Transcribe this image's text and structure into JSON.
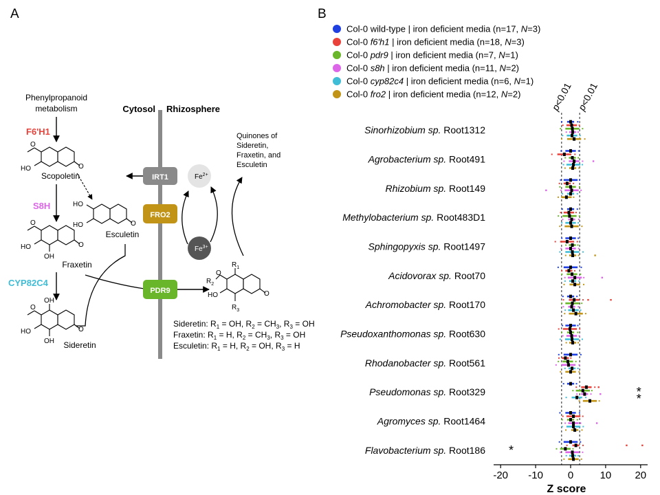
{
  "panel_a": {
    "label": "A",
    "phenylpropanoid_line1": "Phenylpropanoid",
    "phenylpropanoid_line2": "metabolism",
    "cytosol": "Cytosol",
    "rhizosphere": "Rhizosphere",
    "enzymes": {
      "f6h1": {
        "label": "F6'H1",
        "color": "#e8423a"
      },
      "s8h": {
        "label": "S8H",
        "color": "#dd66e8"
      },
      "cyp82c4": {
        "label": "CYP82C4",
        "color": "#3fbcd6"
      }
    },
    "compounds": {
      "scopoletin": "Scopoletin",
      "esculetin": "Esculetin",
      "fraxetin": "Fraxetin",
      "sideretin": "Sideretin"
    },
    "transporters": {
      "irt1": {
        "label": "IRT1",
        "color": "#8a8a8a"
      },
      "fro2": {
        "label": "FRO2",
        "color": "#c19418"
      },
      "pdr9": {
        "label": "PDR9",
        "color": "#6ab62a"
      }
    },
    "iron": {
      "fe2": "Fe",
      "fe2_sup": "2+",
      "fe3": "Fe",
      "fe3_sup": "3+"
    },
    "quinones": [
      "Quinones of",
      "Sideretin,",
      "Fraxetin, and",
      "Esculetin"
    ],
    "atoms": {
      "O": "O",
      "OH": "OH",
      "HO": "HO",
      "R": "R",
      "sub1": "1",
      "sub2": "2",
      "sub3": "3"
    },
    "substituents": [
      {
        "name": "Sideretin",
        "r1": "OH",
        "r2": "CH",
        "r2_sub": "3",
        "r3": "OH"
      },
      {
        "name": "Fraxetin",
        "r1": "H",
        "r2": "CH",
        "r2_sub": "3",
        "r3": "OH"
      },
      {
        "name": "Esculetin",
        "r1": "H",
        "r2": "OH",
        "r2_sub": "",
        "r3": "H"
      }
    ]
  },
  "panel_b": {
    "label": "B",
    "legend": [
      {
        "prefix": "Col-0 ",
        "genotype": "wild-type",
        "italic": false,
        "suffix": " | iron deficient media (n=17, ",
        "N": "3",
        "color": "#1f3fe0"
      },
      {
        "prefix": "Col-0 ",
        "genotype": "f6'h1",
        "italic": true,
        "suffix": " | iron deficient media (n=18, ",
        "N": "3",
        "color": "#e8423a"
      },
      {
        "prefix": "Col-0 ",
        "genotype": "pdr9",
        "italic": true,
        "suffix": " | iron deficient media (n=7, ",
        "N": "1",
        "color": "#6ab62a"
      },
      {
        "prefix": "Col-0 ",
        "genotype": "s8h",
        "italic": true,
        "suffix": " | iron deficient media (n=11, ",
        "N": "2",
        "color": "#dd66e8"
      },
      {
        "prefix": "Col-0 ",
        "genotype": "cyp82c4",
        "italic": true,
        "suffix": " | iron deficient media (n=6, ",
        "N": "1",
        "color": "#3fbcd6"
      },
      {
        "prefix": "Col-0 ",
        "genotype": "fro2",
        "italic": true,
        "suffix": " | iron deficient media (n=12, ",
        "N": "2",
        "color": "#c19418"
      }
    ],
    "threshold_label": "p<0.01",
    "asterisk": "*"
  },
  "chart_data": {
    "type": "scatter",
    "xlabel": "Z score",
    "xlim": [
      -22,
      22
    ],
    "xticks": [
      -20,
      -10,
      0,
      10,
      20
    ],
    "threshold_lines": [
      -2.58,
      2.58
    ],
    "grid": false,
    "legend_position": "top",
    "series_names": [
      "wild-type",
      "f6'h1",
      "pdr9",
      "s8h",
      "cyp82c4",
      "fro2"
    ],
    "categories": [
      {
        "genus": "Sinorhizobium sp.",
        "strain": "Root1312",
        "medians": [
          0.0,
          0.3,
          0.5,
          0.6,
          0.4,
          1.0
        ]
      },
      {
        "genus": "Agrobacterium sp.",
        "strain": "Root491",
        "medians": [
          0.0,
          -1.8,
          0.5,
          1.0,
          0.8,
          0.6
        ]
      },
      {
        "genus": "Rhizobium sp.",
        "strain": "Root149",
        "medians": [
          0.0,
          -1.0,
          0.0,
          0.3,
          0.0,
          -1.2
        ]
      },
      {
        "genus": "Methylobacterium sp.",
        "strain": "Root483D1",
        "medians": [
          0.0,
          -0.5,
          -0.3,
          0.3,
          0.0,
          0.3
        ]
      },
      {
        "genus": "Sphingopyxis sp.",
        "strain": "Root1497",
        "medians": [
          0.0,
          -1.0,
          0.5,
          0.0,
          0.5,
          0.6
        ]
      },
      {
        "genus": "Acidovorax sp.",
        "strain": "Root70",
        "medians": [
          0.0,
          -0.5,
          0.4,
          1.2,
          0.6,
          1.2
        ]
      },
      {
        "genus": "Achromobacter sp.",
        "strain": "Root170",
        "medians": [
          0.0,
          1.0,
          0.5,
          0.3,
          0.8,
          1.5
        ]
      },
      {
        "genus": "Pseudoxanthomonas sp.",
        "strain": "Root630",
        "medians": [
          0.0,
          -0.2,
          0.0,
          0.3,
          0.4,
          0.6
        ]
      },
      {
        "genus": "Rhodanobacter sp.",
        "strain": "Root561",
        "medians": [
          0.0,
          -1.5,
          -0.8,
          -0.6,
          0.4,
          0.0
        ]
      },
      {
        "genus": "Pseudomonas sp.",
        "strain": "Root329",
        "medians": [
          0.0,
          4.5,
          3.5,
          4.0,
          1.8,
          5.5
        ]
      },
      {
        "genus": "Agromyces sp.",
        "strain": "Root1464",
        "medians": [
          0.0,
          0.8,
          0.0,
          0.8,
          0.8,
          1.2
        ]
      },
      {
        "genus": "Flavobacterium sp.",
        "strain": "Root186",
        "medians": [
          0.0,
          1.5,
          -1.5,
          0.5,
          0.6,
          0.8
        ]
      }
    ],
    "significance_marks": [
      {
        "category": "Pseudomonas sp.",
        "x": 19.5,
        "rows": 2
      },
      {
        "category": "Flavobacterium sp.",
        "x": -17,
        "rows": 1
      }
    ]
  }
}
